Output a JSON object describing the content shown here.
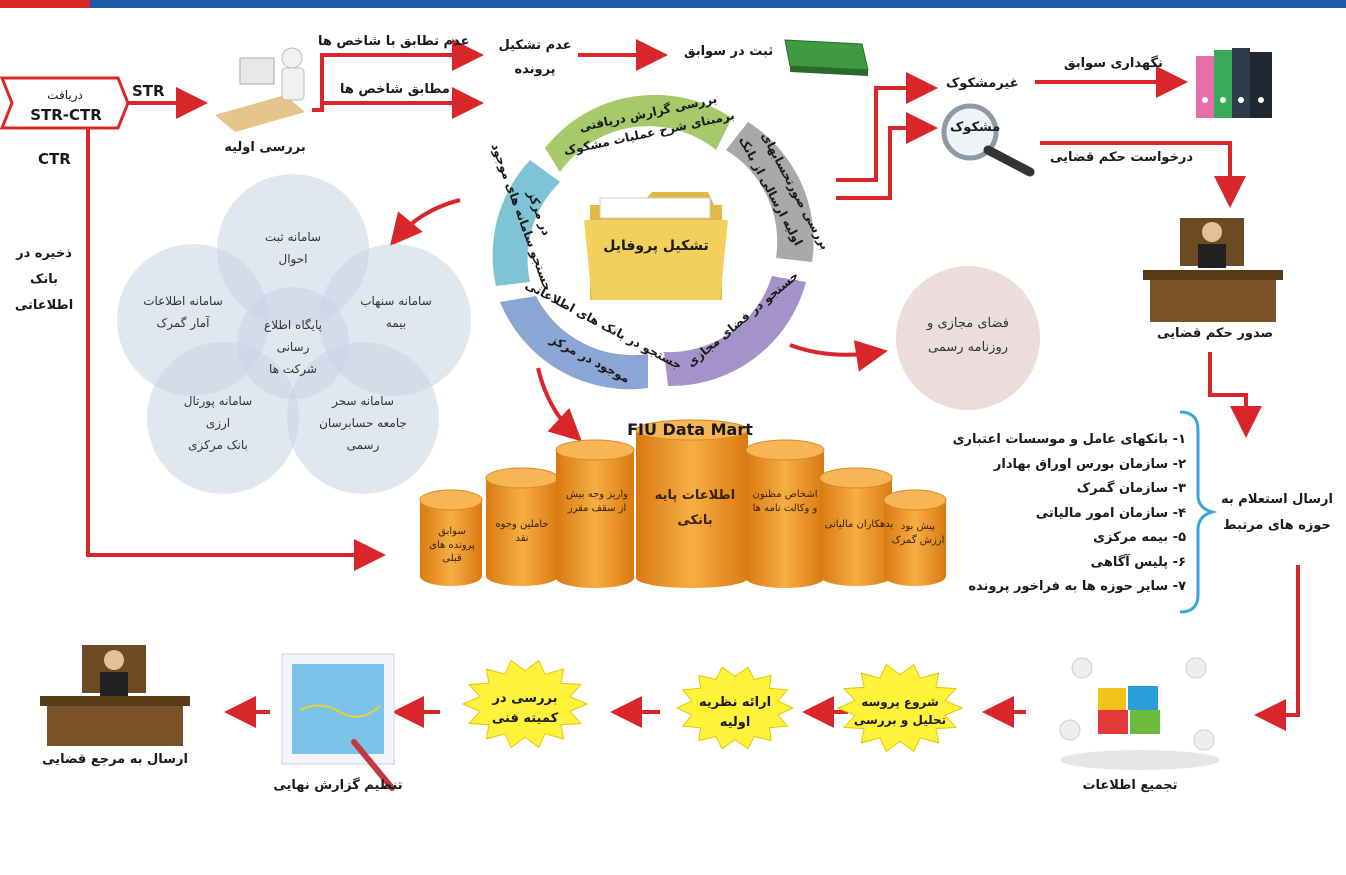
{
  "top_labels": {
    "receive": "دریافت",
    "str_ctr": "STR-CTR",
    "str": "STR",
    "ctr": "CTR",
    "initial_review": "بررسی اولیه",
    "mismatch": "عدم تطابق با شاخص ها",
    "match": "مطابق شاخص ها",
    "no_file_line1": "عدم تشکیل",
    "no_file_line2": "پرونده",
    "record_history": "ثبت در سوابق",
    "not_suspicious": "غیرمشکوک",
    "suspicious": "مشکوک",
    "keep_records": "نگهداری سوابق",
    "request_verdict": "درخواست حکم قضایی",
    "issue_verdict": "صدور حکم قضایی",
    "store_db_line1": "ذخیره در",
    "store_db_line2": "بانک",
    "store_db_line3": "اطلاعاتی"
  },
  "cycle": {
    "center": "تشکیل پروفایل",
    "seg1": "بررسی گزارش دریافتی",
    "seg1b": "برمبنای شرح عملیات مشکوک",
    "seg2": "بررسی صورتحسابهای",
    "seg2b": "اولیه ارسالی از بانک",
    "seg3": "جستجو در فضای مجازی",
    "seg4": "جستجو در بانک های اطلاعاتی",
    "seg4b": "موجود در مرکز",
    "seg5": "جستجو سامانه های موجود",
    "seg5b": "در مرکز"
  },
  "venn": {
    "center_line1": "پایگاه اطلاع",
    "center_line2": "رسانی",
    "center_line3": "شرکت ها",
    "c_top_line1": "سامانه ثبت",
    "c_top_line2": "احوال",
    "c_left_line1": "سامانه اطلاعات",
    "c_left_line2": "آمار گمرک",
    "c_right_line1": "سامانه سنهاب",
    "c_right_line2": "بیمه",
    "c_bl_line1": "سامانه پورتال",
    "c_bl_line2": "ارزی",
    "c_bl_line3": "بانک مرکزی",
    "c_br_line1": "سامانه سحر",
    "c_br_line2": "جامعه حسابرسان",
    "c_br_line3": "رسمی"
  },
  "cyber": {
    "line1": "فضای مجازی و",
    "line2": "روزنامه رسمی"
  },
  "datamart": {
    "title": "FIU Data Mart",
    "cyl1": "سوابق پرونده های قبلی",
    "cyl2": "حاملین وجوه نقد",
    "cyl3": "واریز وجه بیش از سقف مقرر",
    "cyl4": "اطلاعات پایه بانکی",
    "cyl5": "اشخاص مظنون و وکالت نامه ها",
    "cyl6": "بدهکاران مالیاتی",
    "cyl7": "پیش بود ارزش گمرک"
  },
  "inquiry": {
    "title_line1": "ارسال استعلام به",
    "title_line2": "حوزه های مرتبط",
    "items": [
      "۱- بانکهای عامل و موسسات اعتباری",
      "۲- سازمان بورس اوراق بهادار",
      "۳- سازمان گمرک",
      "۴- سازمان امور مالیاتی",
      "۵- بیمه مرکزی",
      "۶- پلیس آگاهی",
      "۷- سایر حوزه ها به فراخور پرونده"
    ]
  },
  "bottom": {
    "gather": "تجمیع اطلاعات",
    "start_line1": "شروع پروسه",
    "start_line2": "تحلیل و بررسی",
    "initial_opinion_line1": "ارائه نظریه",
    "initial_opinion_line2": "اولیه",
    "committee_line1": "بررسی در",
    "committee_line2": "کمیته فنی",
    "final_report": "تنظیم گزارش نهایی",
    "send_judicial": "ارسال به مرجع قضایی"
  },
  "colors": {
    "arrow": "#d9262b",
    "seg_green": "#a6c96a",
    "seg_gray": "#a9a9a9",
    "seg_purple": "#a393c8",
    "seg_blue": "#8aa6d4",
    "seg_cyan": "#7fc3d6",
    "venn": "#c9d3e6",
    "cyl": "#ee9a2a",
    "burst": "#fff23a",
    "cyber": "#eddcdc"
  }
}
